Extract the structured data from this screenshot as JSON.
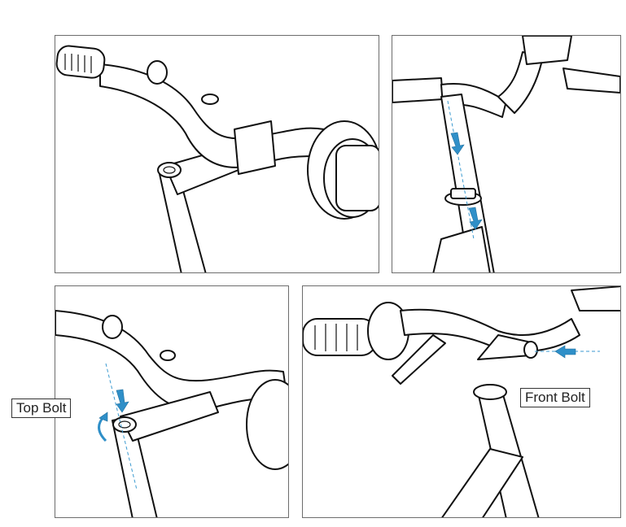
{
  "figure": {
    "description": "Four-step handlebar stem installation illustration",
    "panels": [
      {
        "id": "panel-1",
        "step": "handlebar-stem-overview"
      },
      {
        "id": "panel-2",
        "step": "insert-stem-into-fork-tube"
      },
      {
        "id": "panel-3",
        "step": "tighten-top-bolt"
      },
      {
        "id": "panel-4",
        "step": "tighten-front-bolt"
      }
    ],
    "labels": {
      "top_bolt": "Top Bolt",
      "front_bolt": "Front Bolt"
    },
    "colors": {
      "arrow": "#2f8fc8",
      "border": "#6d6d6d",
      "line": "#111111"
    }
  }
}
